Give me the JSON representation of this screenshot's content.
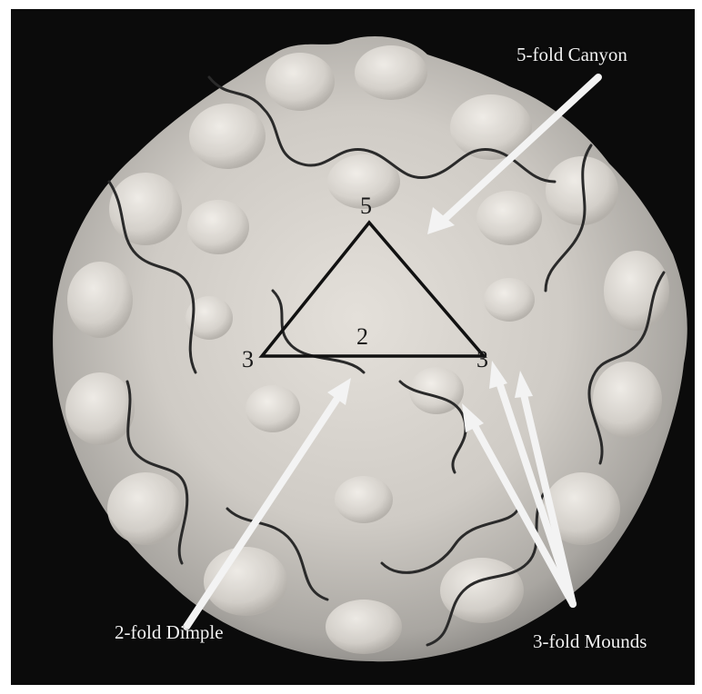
{
  "figure": {
    "labels": {
      "fivefold_canyon": "5-fold Canyon",
      "twofold_dimple": "2-fold Dimple",
      "threefold_mounds": "3-fold Mounds"
    },
    "axis_numbers": {
      "five": "5",
      "two": "2",
      "three_left": "3",
      "three_right": "3"
    }
  }
}
